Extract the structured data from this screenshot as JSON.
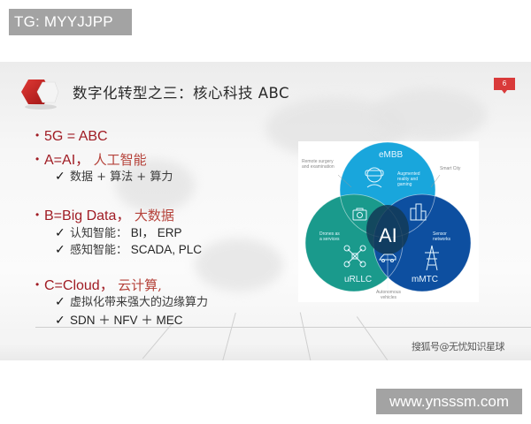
{
  "watermarks": {
    "top": "TG: MYYJJPP",
    "bottom": "www.ynsssm.com"
  },
  "slide": {
    "title": "数字化转型之三：核心科技 ABC",
    "page_number": "6",
    "credit": "搜狐号@无忧知识星球",
    "colors": {
      "heading": "#a01c24",
      "heading_cn": "#b5423a",
      "badge": "#d93a3a",
      "embb": "#19a6dc",
      "urllc": "#1a9a8c",
      "mmtc": "#0d4fa0",
      "center": "#133a56"
    },
    "bullets": [
      {
        "bullet": "•",
        "latin": "5G = ABC",
        "cn": ""
      },
      {
        "bullet": "•",
        "latin": "A=AI， ",
        "cn": "人工智能",
        "subs": [
          {
            "check": "✓",
            "text": "数据 + 算法 + 算力"
          }
        ]
      },
      {
        "bullet": "•",
        "latin": "B=Big Data， ",
        "cn": "大数据",
        "subs": [
          {
            "check": "✓",
            "cn": "认知智能：",
            "text": " BI， ERP"
          },
          {
            "check": "✓",
            "cn": "感知智能：",
            "text": " SCADA, PLC"
          }
        ]
      },
      {
        "bullet": "•",
        "latin": "C=Cloud， ",
        "cn": "云计算,",
        "subs": [
          {
            "check": "✓",
            "text": "虚拟化带来强大的边缘算力"
          },
          {
            "check": "✓",
            "text": "SDN ＋ NFV ＋ MEC"
          }
        ]
      }
    ],
    "venn": {
      "center_label": "AI",
      "circles": [
        {
          "name": "eMBB",
          "inner": "Augmented reality and gaming"
        },
        {
          "name": "uRLLC",
          "inner": "Drones as a services"
        },
        {
          "name": "mMTC",
          "inner": "Sensor networks"
        }
      ],
      "callouts": {
        "top_left": "Remote surgery and examination",
        "top_right": "Smart City",
        "bottom": "Autonomous vehicles"
      }
    }
  }
}
